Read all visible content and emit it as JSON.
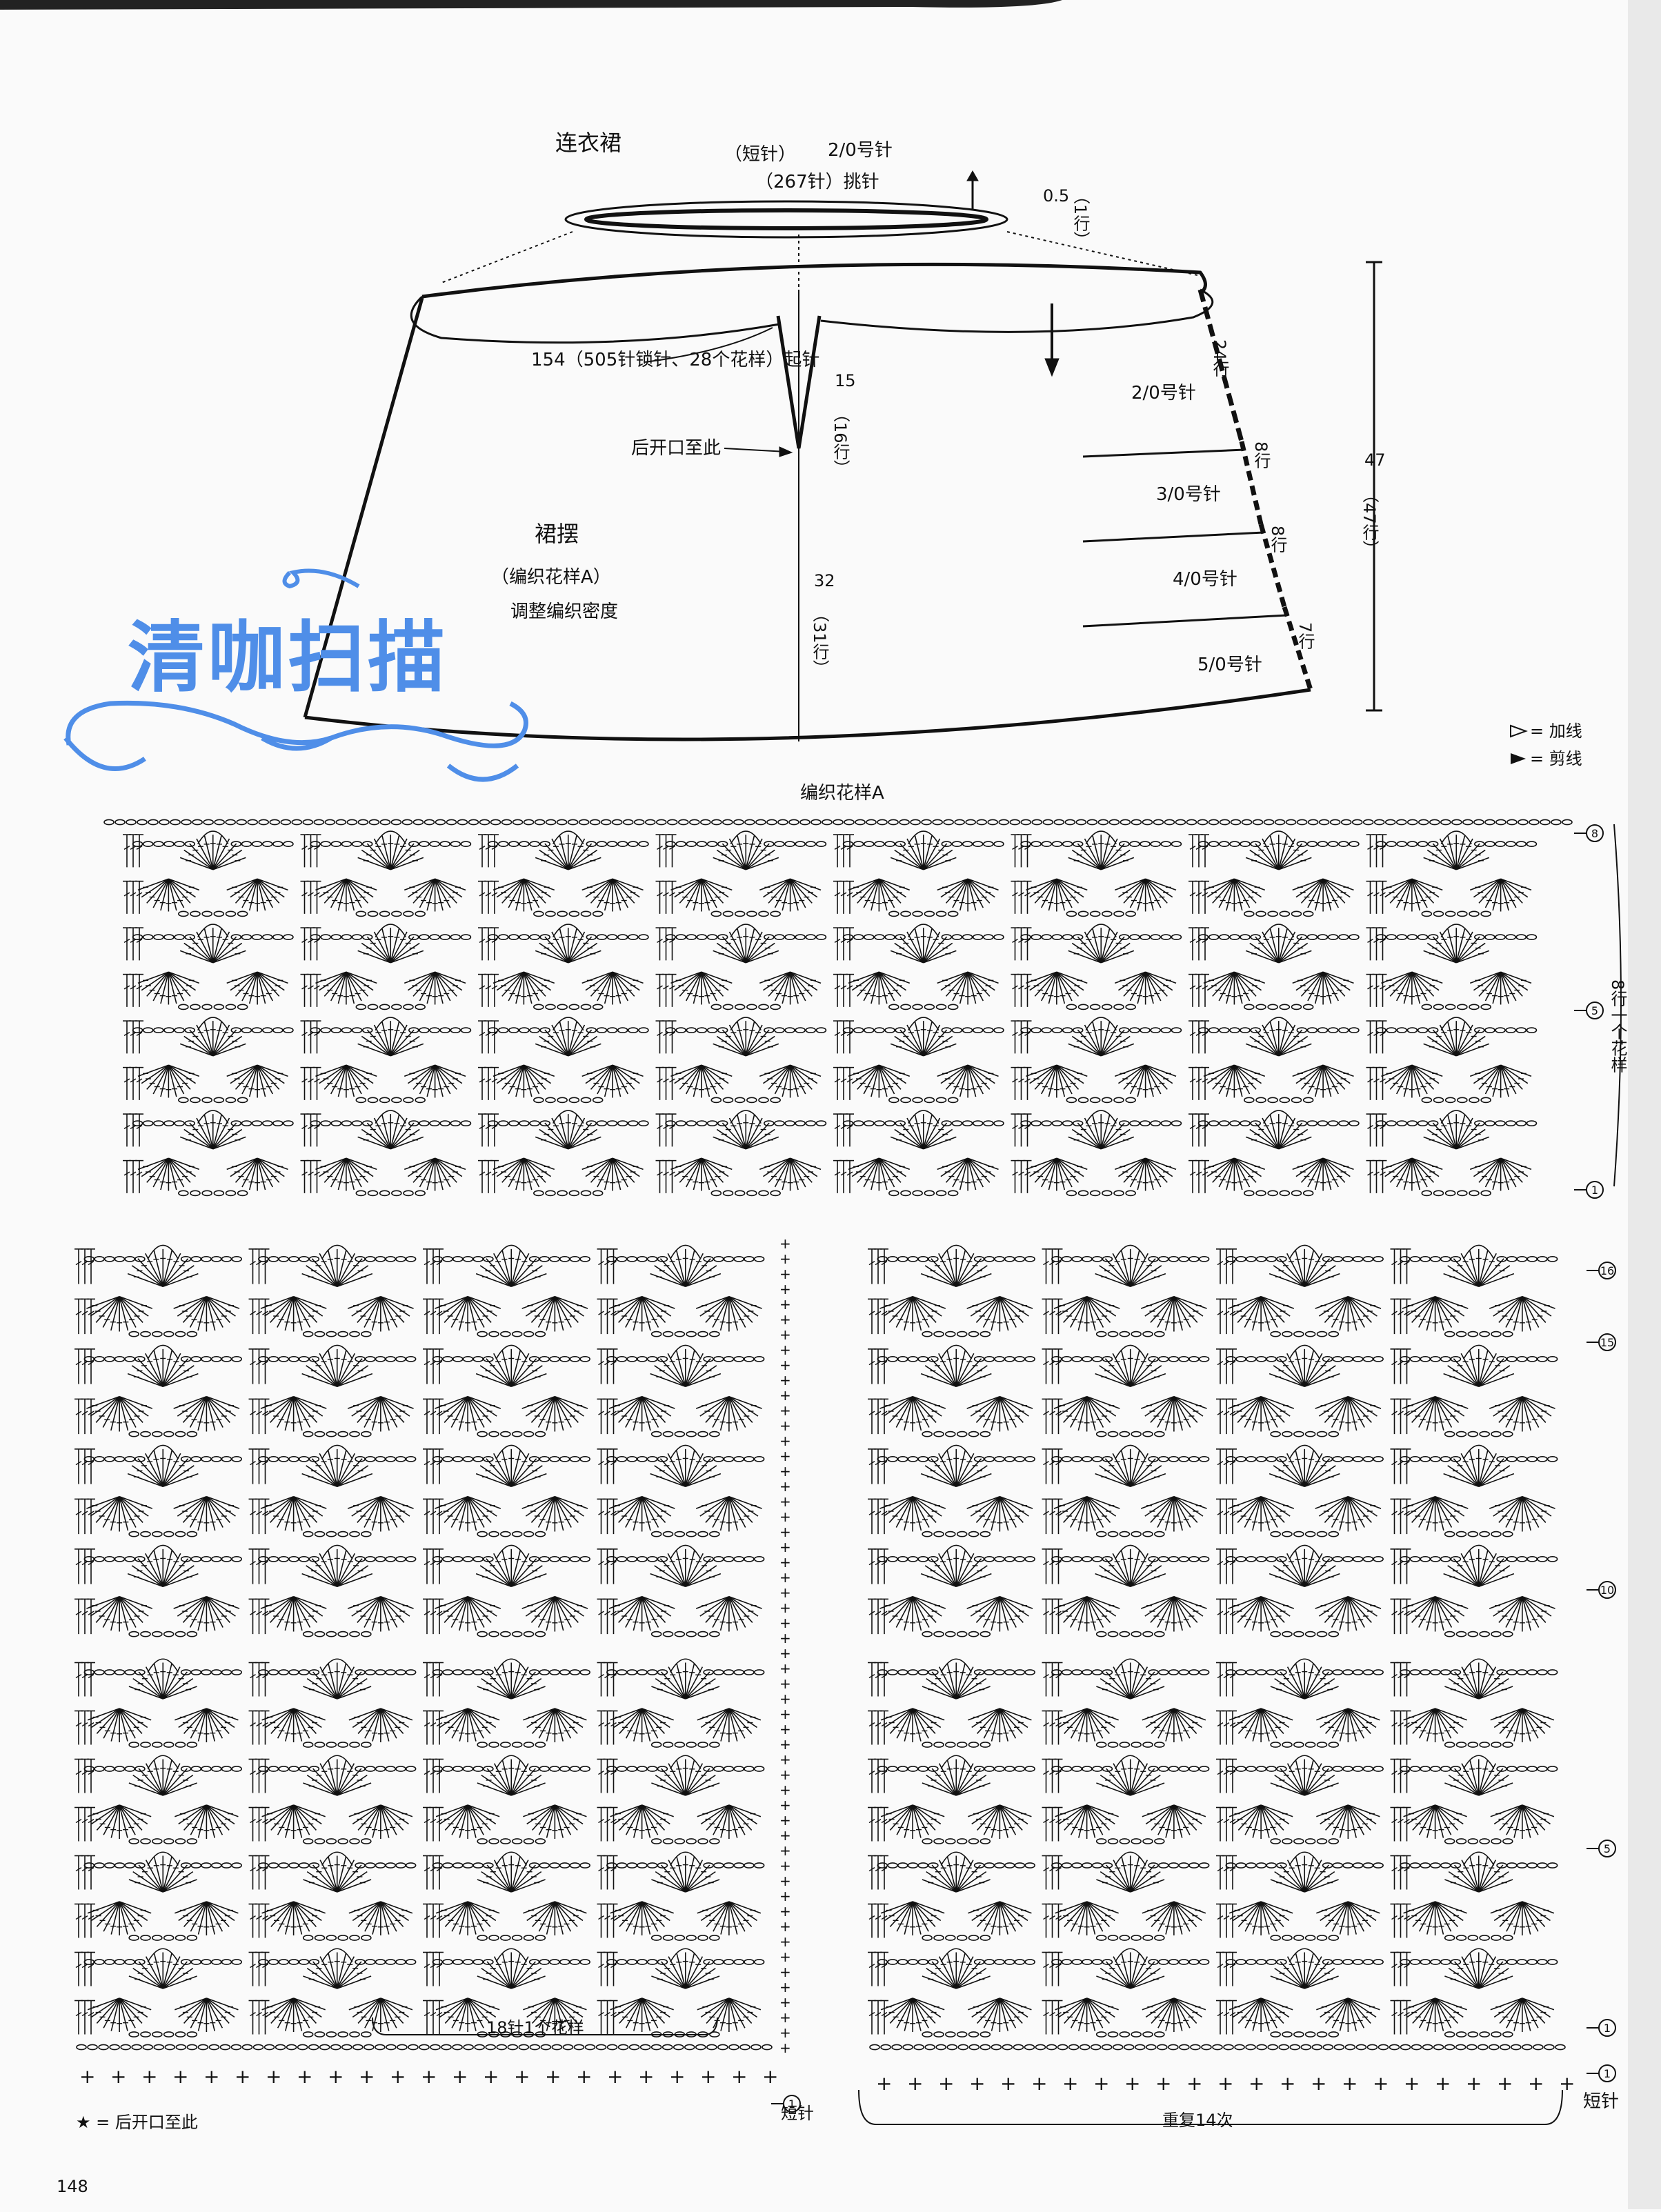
{
  "garment": {
    "title": "连衣裙",
    "edging_stitch": "（短针）",
    "edging_hook": "2/0号针",
    "edging_pickup": "（267针）挑针",
    "edging_width": "0.5",
    "edging_rows": "（1行）",
    "hem_label": "154（505针锁针、28个花样）起针",
    "slit_length": "15",
    "slit_rows": "（16行）",
    "slit_note": "后开口至此",
    "skirt_title": "裙摆",
    "skirt_pattern": "（编织花样A）",
    "skirt_note": "调整编织密度",
    "center_length": "32",
    "center_rows": "（31行）",
    "total_length": "47",
    "total_rows": "（47行）",
    "side_sections": [
      {
        "rows": "24行",
        "hook": "2/0号针"
      },
      {
        "rows": "8行",
        "hook": "3/0号针"
      },
      {
        "rows": "8行",
        "hook": "4/0号针"
      },
      {
        "rows": "7行",
        "hook": "5/0号针"
      }
    ]
  },
  "watermark": "清咖扫描",
  "legend": {
    "increase": "= 加线",
    "cut": "= 剪线"
  },
  "chart": {
    "title": "编织花样A",
    "repeat_note": "8行一个花样",
    "motif_note": "18针1个花样",
    "repeat_times": "重复14次",
    "base_stitch_left": "短针",
    "base_stitch_right": "短针",
    "slit_footnote": "★ = 后开口至此",
    "row_markers_top": [
      "8",
      "5",
      "1"
    ],
    "row_markers_bottom": [
      "16",
      "15",
      "10",
      "5",
      "1"
    ],
    "base_marker": "1"
  },
  "page_number": "148"
}
